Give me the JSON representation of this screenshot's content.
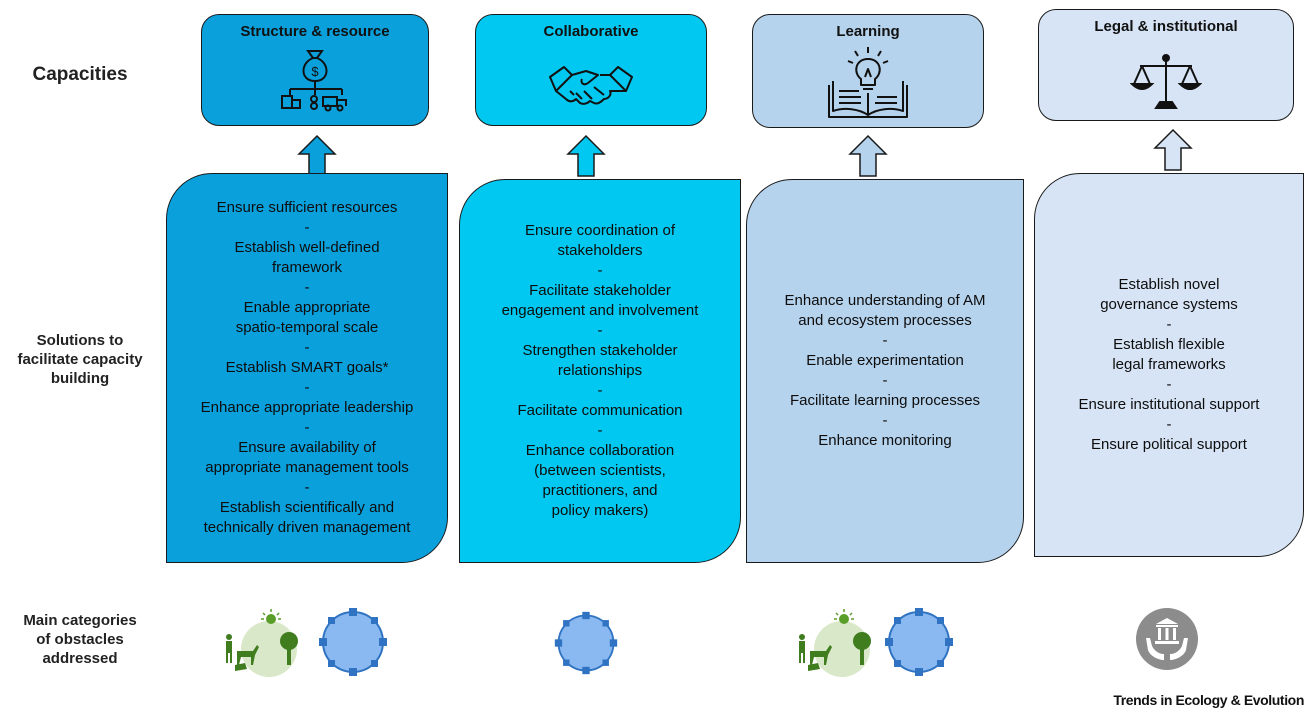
{
  "row_labels": {
    "capacities": "Capacities",
    "solutions": "Solutions to\nfacilitate capacity\nbuilding",
    "obstacles": "Main categories\nof obstacles\naddressed"
  },
  "columns": [
    {
      "title": "Structure & resource",
      "color": "#0aa0dc",
      "icon": "money-bag-org-chart-icon",
      "solutions": [
        "Ensure sufficient resources",
        "Establish well-defined\nframework",
        "Enable appropriate\nspatio-temporal scale",
        "Establish SMART goals*",
        "Enhance appropriate leadership",
        "Ensure availability of\nappropriate management tools",
        "Establish scientifically and\ntechnically driven management"
      ],
      "obstacles": [
        "ecosystem-icon",
        "network-cycle-icon"
      ]
    },
    {
      "title": "Collaborative",
      "color": "#00c8f0",
      "icon": "handshake-icon",
      "solutions": [
        "Ensure coordination of\nstakeholders",
        "Facilitate stakeholder\nengagement and involvement",
        "Strengthen stakeholder\nrelationships",
        "Facilitate communication",
        "Enhance collaboration\n(between scientists,\npractitioners, and\npolicy makers)"
      ],
      "obstacles": [
        "network-cycle-icon"
      ]
    },
    {
      "title": "Learning",
      "color": "#b6d3ee",
      "icon": "book-lightbulb-icon",
      "solutions": [
        "Enhance understanding of AM\nand ecosystem processes",
        "Enable experimentation",
        "Facilitate learning processes",
        "Enhance monitoring"
      ],
      "obstacles": [
        "ecosystem-icon",
        "network-cycle-icon"
      ]
    },
    {
      "title": "Legal & institutional",
      "color": "#d7e4f5",
      "icon": "scales-icon",
      "solutions": [
        "Establish novel\ngovernance systems",
        "Establish flexible\nlegal frameworks",
        "Ensure institutional support",
        "Ensure political support"
      ],
      "obstacles": [
        "institution-hands-icon"
      ]
    }
  ],
  "brand": "Trends in Ecology & Evolution"
}
